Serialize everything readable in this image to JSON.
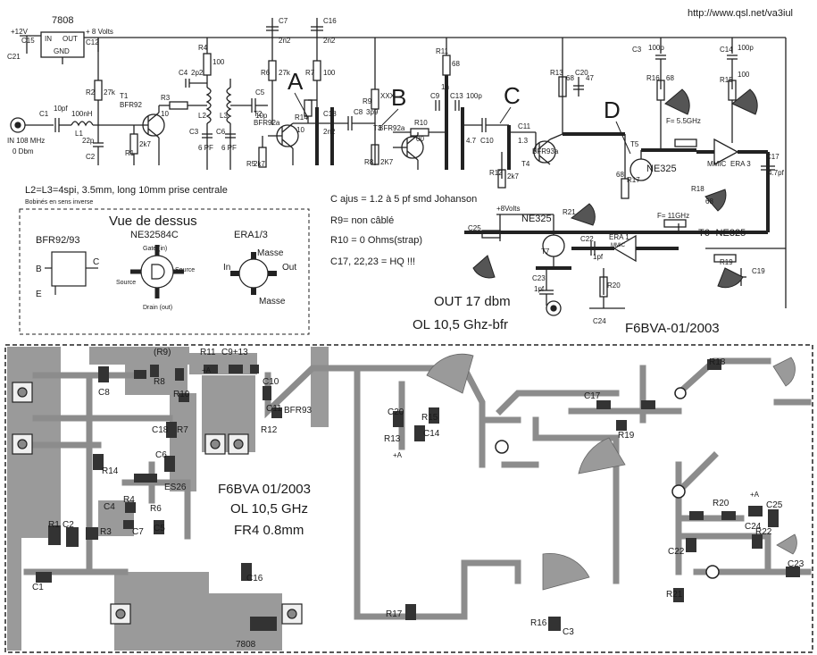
{
  "header": {
    "url": "http://www.qsl.net/va3iul"
  },
  "schematic": {
    "regulator": {
      "name": "7808",
      "pin_in": "IN",
      "pin_out": "OUT",
      "pin_gnd": "GND",
      "supply_in": "+12V",
      "supply_out": "+ 8 Volts"
    },
    "input": {
      "label_freq": "IN 108 MHz",
      "label_level": "0 Dbm"
    },
    "stage_letters": [
      "A",
      "B",
      "C",
      "D"
    ],
    "components": [
      {
        "id": "c15",
        "text": "C15"
      },
      {
        "id": "c12",
        "text": "C12"
      },
      {
        "id": "c21",
        "text": "C21"
      },
      {
        "id": "c7",
        "text": "C7"
      },
      {
        "id": "c7v",
        "text": "2n2"
      },
      {
        "id": "c16",
        "text": "C16"
      },
      {
        "id": "c16v",
        "text": "2n2"
      },
      {
        "id": "r2",
        "text": "R2"
      },
      {
        "id": "r2v",
        "text": "27k"
      },
      {
        "id": "c1",
        "text": "C1"
      },
      {
        "id": "c1v",
        "text": "10pf"
      },
      {
        "id": "l1v",
        "text": "100nH"
      },
      {
        "id": "l1",
        "text": "L1"
      },
      {
        "id": "c2v",
        "text": "22p"
      },
      {
        "id": "c2",
        "text": "C2"
      },
      {
        "id": "t1",
        "text": "T1"
      },
      {
        "id": "t1t",
        "text": "BFR92"
      },
      {
        "id": "r1",
        "text": "R1"
      },
      {
        "id": "r1v",
        "text": "2k7"
      },
      {
        "id": "r3",
        "text": "R3"
      },
      {
        "id": "r3v",
        "text": "10"
      },
      {
        "id": "c4",
        "text": "C4"
      },
      {
        "id": "c4v",
        "text": "2p2"
      },
      {
        "id": "r4",
        "text": "R4"
      },
      {
        "id": "r4v",
        "text": "100"
      },
      {
        "id": "l2",
        "text": "L2"
      },
      {
        "id": "l3",
        "text": "L3"
      },
      {
        "id": "c3",
        "text": "C3"
      },
      {
        "id": "c6",
        "text": "C6"
      },
      {
        "id": "pf1",
        "text": "6 PF"
      },
      {
        "id": "pf2",
        "text": "6 PF"
      },
      {
        "id": "c5",
        "text": "C5"
      },
      {
        "id": "c5v",
        "text": "10p"
      },
      {
        "id": "r6",
        "text": "R6"
      },
      {
        "id": "r6v",
        "text": "27k"
      },
      {
        "id": "r7",
        "text": "R7"
      },
      {
        "id": "r7v",
        "text": "100"
      },
      {
        "id": "t2",
        "text": "T2"
      },
      {
        "id": "t2t",
        "text": "BFR92a"
      },
      {
        "id": "r14",
        "text": "R14"
      },
      {
        "id": "r14v",
        "text": "10"
      },
      {
        "id": "r5",
        "text": "R5"
      },
      {
        "id": "r5v",
        "text": "2k7"
      },
      {
        "id": "c18",
        "text": "C18"
      },
      {
        "id": "c18v",
        "text": "2n2"
      },
      {
        "id": "c8",
        "text": "C8"
      },
      {
        "id": "c8v",
        "text": "3p9"
      },
      {
        "id": "t3",
        "text": "T3"
      },
      {
        "id": "t3t",
        "text": "BFR92a"
      },
      {
        "id": "r9",
        "text": "R9"
      },
      {
        "id": "r9v",
        "text": "XXX"
      },
      {
        "id": "r10",
        "text": "R10"
      },
      {
        "id": "r10v",
        "text": "00"
      },
      {
        "id": "r8",
        "text": "R8"
      },
      {
        "id": "r8v",
        "text": "2K7"
      },
      {
        "id": "r11",
        "text": "R11"
      },
      {
        "id": "r11v",
        "text": "68"
      },
      {
        "id": "c9",
        "text": "C9"
      },
      {
        "id": "c9v",
        "text": "1n"
      },
      {
        "id": "c13",
        "text": "C13"
      },
      {
        "id": "c13v",
        "text": "100p"
      },
      {
        "id": "c10",
        "text": "C10"
      },
      {
        "id": "c10v",
        "text": "4.7"
      },
      {
        "id": "c11",
        "text": "C11"
      },
      {
        "id": "c11v",
        "text": "1.3"
      },
      {
        "id": "r12",
        "text": "R12"
      },
      {
        "id": "r12v",
        "text": "2k7"
      },
      {
        "id": "t4",
        "text": "T4"
      },
      {
        "id": "t4t",
        "text": "BFR93a"
      },
      {
        "id": "r13",
        "text": "R13"
      },
      {
        "id": "r13v",
        "text": "68"
      },
      {
        "id": "c20",
        "text": "C20"
      },
      {
        "id": "c20v",
        "text": "47"
      },
      {
        "id": "c3b",
        "text": "C3"
      },
      {
        "id": "c3bv",
        "text": "100p"
      },
      {
        "id": "r16",
        "text": "R16"
      },
      {
        "id": "r16v",
        "text": "68"
      },
      {
        "id": "c14",
        "text": "C14"
      },
      {
        "id": "c14v",
        "text": "100p"
      },
      {
        "id": "r15",
        "text": "R15"
      },
      {
        "id": "r15v",
        "text": "100"
      },
      {
        "id": "f55",
        "text": "F= 5.5GHz"
      },
      {
        "id": "t5",
        "text": "T5"
      },
      {
        "id": "ne325a",
        "text": "NE325"
      },
      {
        "id": "mmic1",
        "text": "MMIC"
      },
      {
        "id": "era3",
        "text": "ERA 3"
      },
      {
        "id": "c17",
        "text": "C17"
      },
      {
        "id": "c17v",
        "text": "4.7pf"
      },
      {
        "id": "r17",
        "text": "R17"
      },
      {
        "id": "r17v",
        "text": "68"
      },
      {
        "id": "r18",
        "text": "R18"
      },
      {
        "id": "r18v",
        "text": "68"
      },
      {
        "id": "p8v",
        "text": "+8Volts"
      },
      {
        "id": "c25",
        "text": "C25"
      },
      {
        "id": "ne325b",
        "text": "NE325"
      },
      {
        "id": "r21",
        "text": "R21"
      },
      {
        "id": "f11",
        "text": "F= 11GHz"
      },
      {
        "id": "c22",
        "text": "C22"
      },
      {
        "id": "c22v",
        "text": "1pf"
      },
      {
        "id": "era1",
        "text": "ERA 1"
      },
      {
        "id": "mmic2",
        "text": "MMIC"
      },
      {
        "id": "t6",
        "text": "T6- NE325"
      },
      {
        "id": "t7",
        "text": "T7"
      },
      {
        "id": "c23",
        "text": "C23"
      },
      {
        "id": "c23v",
        "text": "1pf"
      },
      {
        "id": "r20",
        "text": "R20"
      },
      {
        "id": "r19",
        "text": "R19"
      },
      {
        "id": "c19",
        "text": "C19"
      },
      {
        "id": "c24",
        "text": "C24"
      }
    ],
    "notes_coil": "L2=L3=4spi, 3.5mm, long 10mm prise centrale",
    "notes_coil_sub": "Bobinés en sens inverse",
    "notes": [
      "C ajus = 1.2 à 5 pf smd Johanson",
      "R9= non câblé",
      "R10 = 0 Ohms(strap)",
      "C17, 22,23 = HQ !!!"
    ],
    "output": {
      "level": "OUT 17 dbm",
      "lo": "OL 10,5 Ghz-bfr"
    },
    "signature": "F6BVA-01/2003"
  },
  "topview": {
    "title": "Vue de dessus",
    "bfr_title": "BFR92/93",
    "bfr_pins": [
      "B",
      "E",
      "C"
    ],
    "ne_title": "NE32584C",
    "ne_gate": "Gate (in)",
    "ne_source_l": "Source",
    "ne_source_r": "Source",
    "ne_drain": "Drain (out)",
    "era_title": "ERA1/3",
    "era_masse_top": "Masse",
    "era_in": "In",
    "era_out": "Out",
    "era_masse_bottom": "Masse"
  },
  "pcb": {
    "info": [
      "F6BVA 01/2003",
      "OL 10,5 GHz",
      "FR4 0.8mm"
    ],
    "labels": [
      {
        "id": "p-r9",
        "text": "(R9)"
      },
      {
        "id": "p-r11",
        "text": "R11"
      },
      {
        "id": "p-c913",
        "text": "C9+13"
      },
      {
        "id": "p-pa1",
        "text": "+A"
      },
      {
        "id": "p-c8",
        "text": "C8"
      },
      {
        "id": "p-r8",
        "text": "R8"
      },
      {
        "id": "p-r10",
        "text": "R10"
      },
      {
        "id": "p-c10",
        "text": "C10"
      },
      {
        "id": "p-c11",
        "text": "C11"
      },
      {
        "id": "p-r12",
        "text": "R12"
      },
      {
        "id": "p-bfr93",
        "text": "BFR93"
      },
      {
        "id": "p-c18",
        "text": "C18"
      },
      {
        "id": "p-r7",
        "text": "R7"
      },
      {
        "id": "p-c6",
        "text": "C6"
      },
      {
        "id": "p-r14",
        "text": "R14"
      },
      {
        "id": "p-ne26",
        "text": "ES26"
      },
      {
        "id": "p-r4",
        "text": "R4"
      },
      {
        "id": "p-c4",
        "text": "C4"
      },
      {
        "id": "p-r3",
        "text": "R3"
      },
      {
        "id": "p-c7",
        "text": "C7"
      },
      {
        "id": "p-r6",
        "text": "R6"
      },
      {
        "id": "p-c5",
        "text": "C5"
      },
      {
        "id": "p-r1",
        "text": "R1"
      },
      {
        "id": "p-c2",
        "text": "C2"
      },
      {
        "id": "p-c1",
        "text": "C1"
      },
      {
        "id": "p-c16",
        "text": "C16"
      },
      {
        "id": "p-7808",
        "text": "7808"
      },
      {
        "id": "p-c20",
        "text": "C20"
      },
      {
        "id": "p-r13",
        "text": "R13"
      },
      {
        "id": "p-c14",
        "text": "C14"
      },
      {
        "id": "p-r15",
        "text": "R15"
      },
      {
        "id": "p-pa2",
        "text": "+A"
      },
      {
        "id": "p-c17",
        "text": "C17"
      },
      {
        "id": "p-r19",
        "text": "R19"
      },
      {
        "id": "p-r18",
        "text": "R18"
      },
      {
        "id": "p-c22",
        "text": "C22"
      },
      {
        "id": "p-r20",
        "text": "R20"
      },
      {
        "id": "p-c24",
        "text": "C24"
      },
      {
        "id": "p-pa3",
        "text": "+A"
      },
      {
        "id": "p-c25",
        "text": "C25"
      },
      {
        "id": "p-r22",
        "text": "R22"
      },
      {
        "id": "p-c23",
        "text": "C23"
      },
      {
        "id": "p-r21",
        "text": "R21"
      },
      {
        "id": "p-r17",
        "text": "R17"
      },
      {
        "id": "p-r16",
        "text": "R16"
      },
      {
        "id": "p-c3",
        "text": "C3"
      }
    ]
  }
}
